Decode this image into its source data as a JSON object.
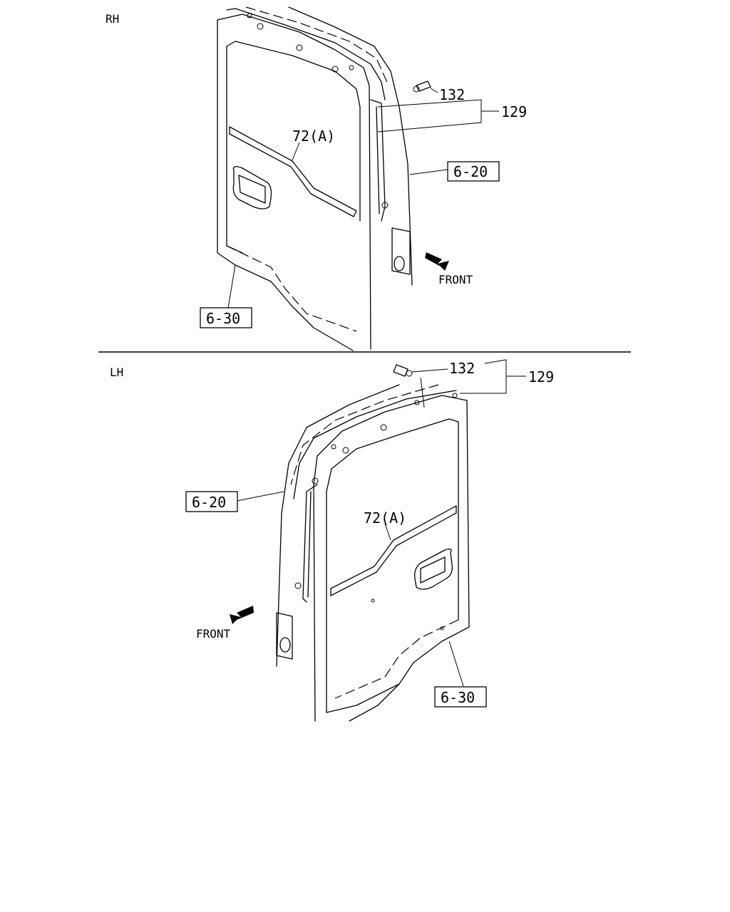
{
  "views": {
    "rh": {
      "label": "RH",
      "callouts": {
        "fastener": "132",
        "assembly": "129",
        "molding": "72(A)",
        "body_ref": "6-20",
        "door_ref": "6-30"
      },
      "direction": "FRONT"
    },
    "lh": {
      "label": "LH",
      "callouts": {
        "fastener": "132",
        "assembly": "129",
        "molding": "72(A)",
        "body_ref": "6-20",
        "door_ref": "6-30"
      },
      "direction": "FRONT"
    }
  },
  "colors": {
    "line": "#000000",
    "background": "#ffffff"
  }
}
